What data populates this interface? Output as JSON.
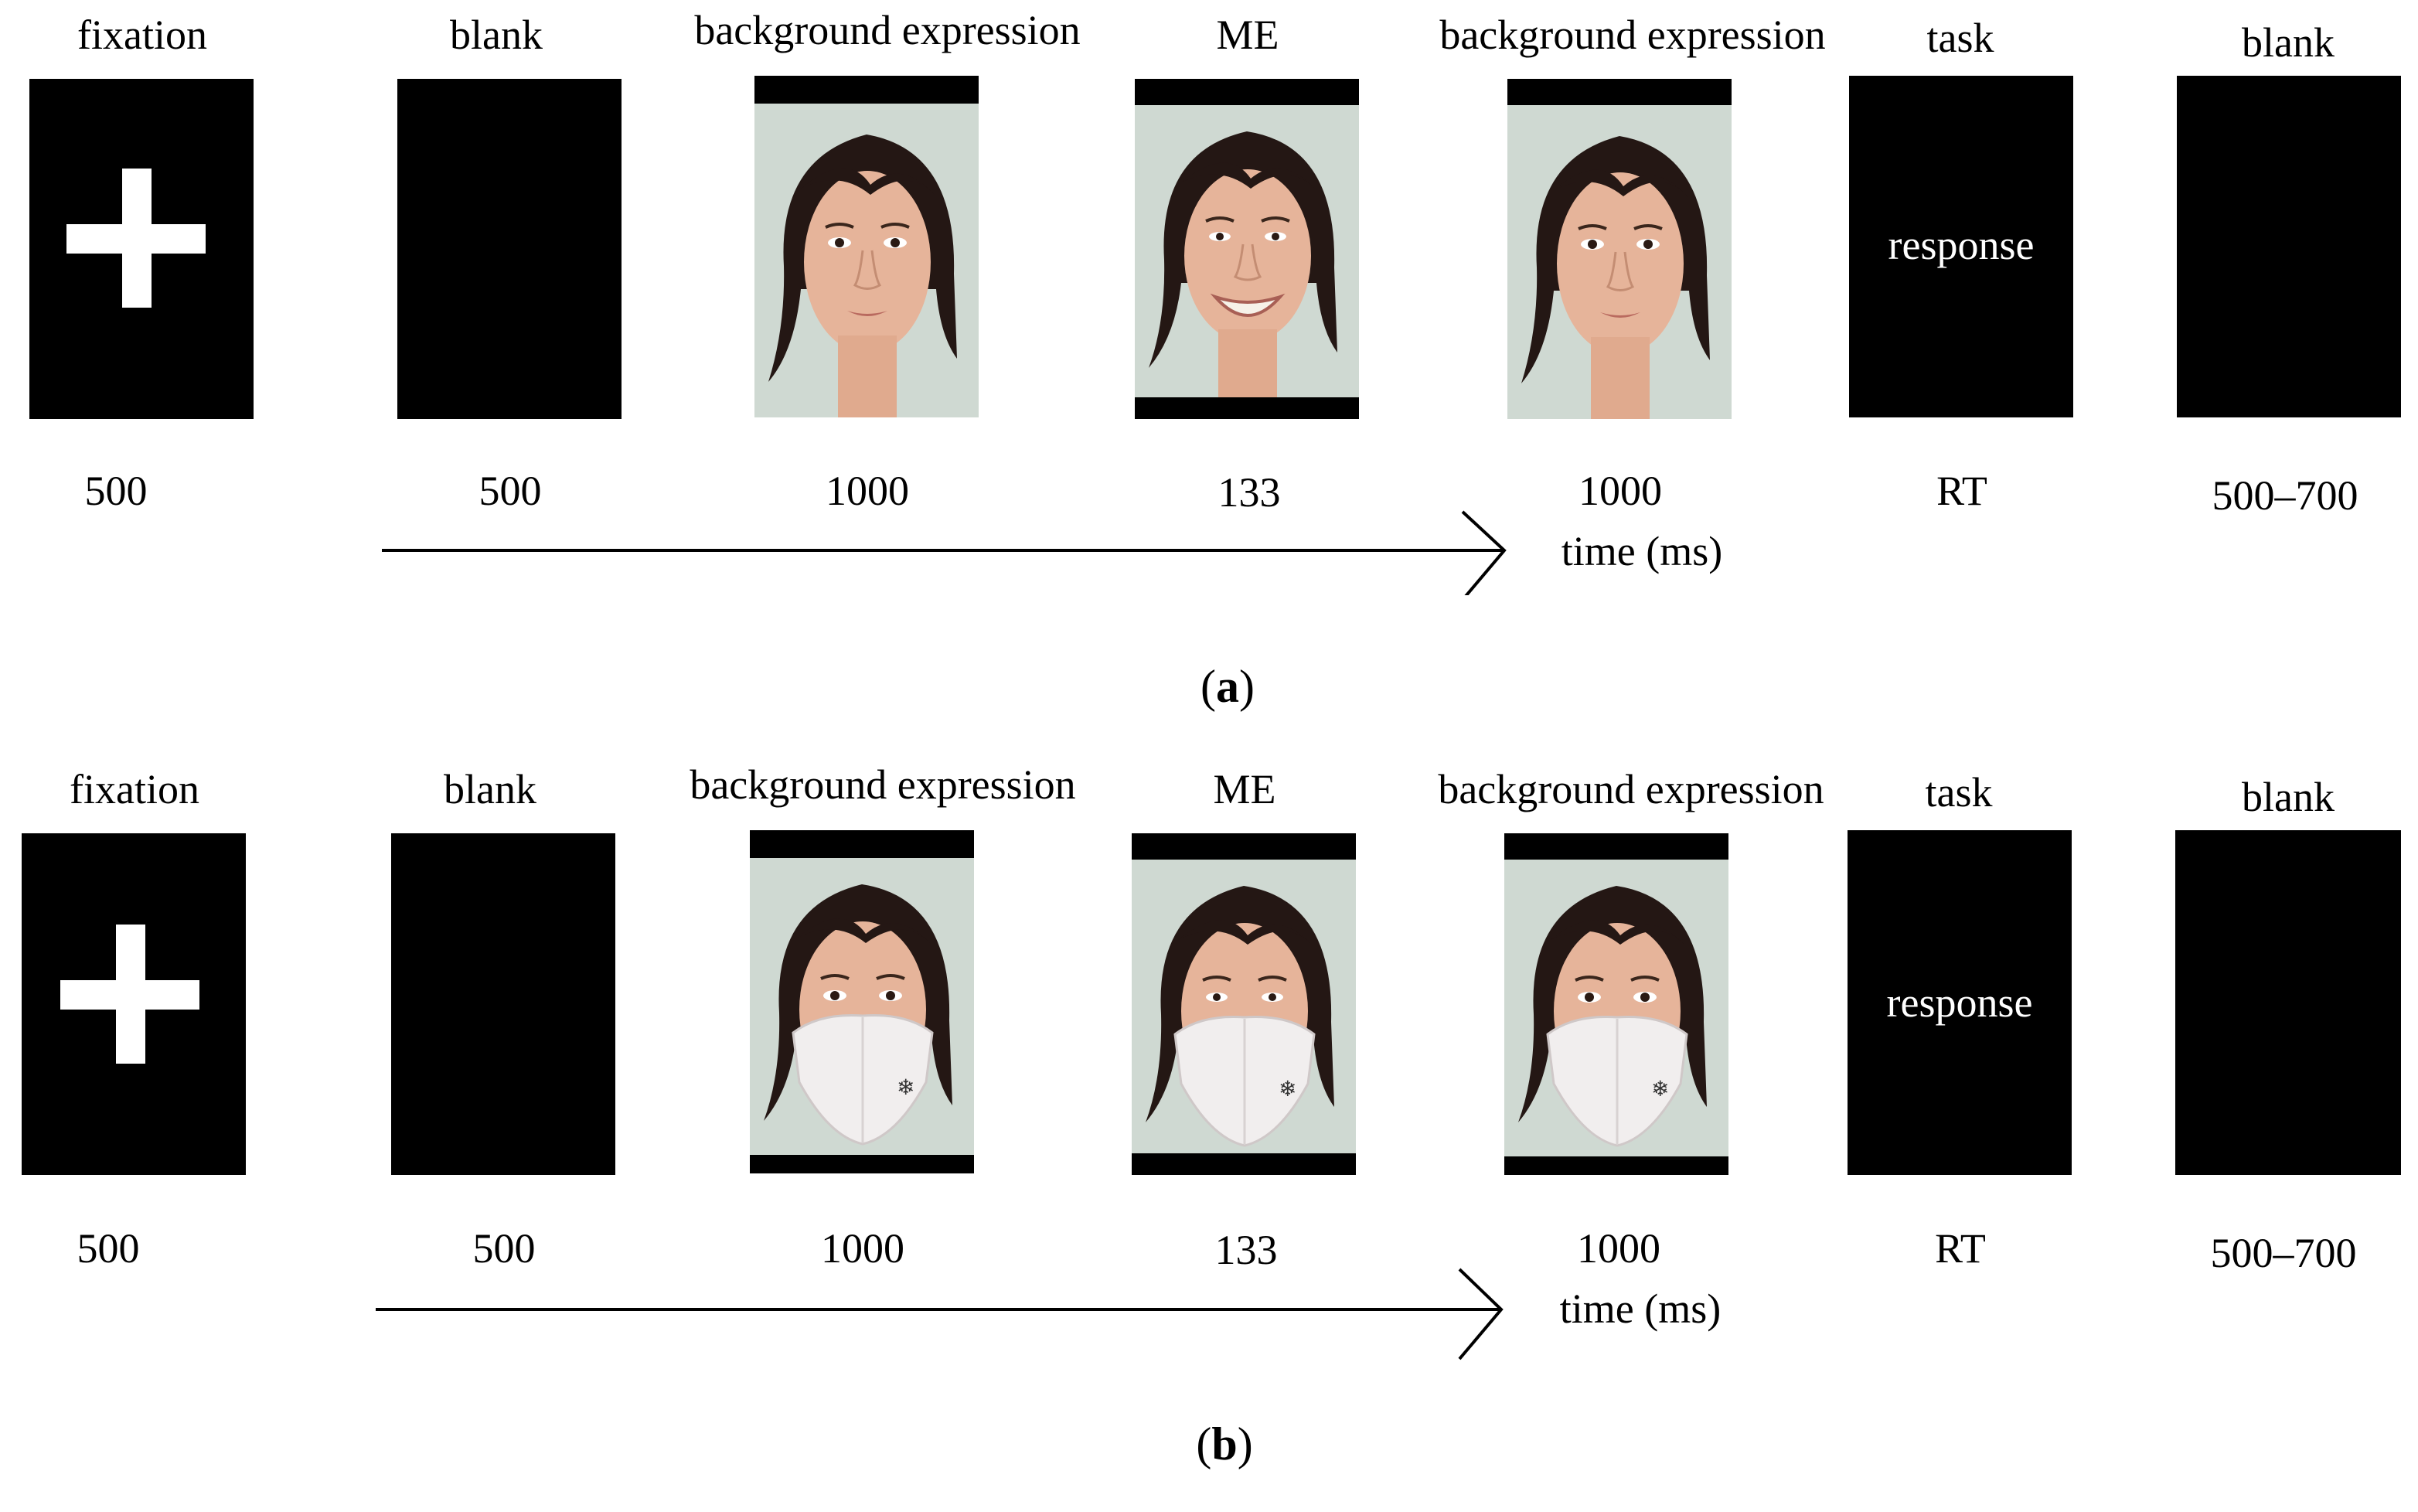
{
  "panels": [
    {
      "id": "a",
      "label": "a",
      "masked": false,
      "steps": [
        {
          "label": "fixation",
          "duration": "500",
          "content": "fixation-cross"
        },
        {
          "label": "blank",
          "duration": "500",
          "content": "blank"
        },
        {
          "label": "background expression",
          "duration": "1000",
          "content": "face-neutral"
        },
        {
          "label": "ME",
          "duration": "133",
          "content": "face-happy"
        },
        {
          "label": "background expression",
          "duration": "1000",
          "content": "face-neutral"
        },
        {
          "label": "task",
          "duration": "RT",
          "content": "response",
          "text": "response"
        },
        {
          "label": "blank",
          "duration": "500–700",
          "content": "blank"
        }
      ],
      "time_label": "time (ms)"
    },
    {
      "id": "b",
      "label": "b",
      "masked": true,
      "steps": [
        {
          "label": "fixation",
          "duration": "500",
          "content": "fixation-cross"
        },
        {
          "label": "blank",
          "duration": "500",
          "content": "blank"
        },
        {
          "label": "background expression",
          "duration": "1000",
          "content": "face-neutral-mask"
        },
        {
          "label": "ME",
          "duration": "133",
          "content": "face-happy-mask"
        },
        {
          "label": "background expression",
          "duration": "1000",
          "content": "face-neutral-mask"
        },
        {
          "label": "task",
          "duration": "RT",
          "content": "response",
          "text": "response"
        },
        {
          "label": "blank",
          "duration": "500–700",
          "content": "blank"
        }
      ],
      "time_label": "time (ms)"
    }
  ],
  "colors": {
    "frame": "#000000",
    "text": "#000000",
    "skin": "#e6b49a",
    "hair": "#241714",
    "photo_bg": "#cfd9d2",
    "mask": "#f1eeee"
  }
}
